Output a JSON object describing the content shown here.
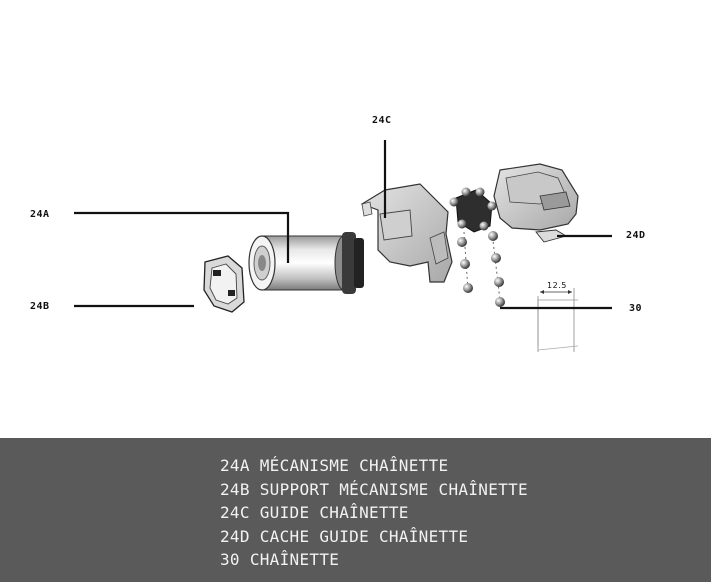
{
  "callouts": {
    "c24a": "24A",
    "c24b": "24B",
    "c24c": "24C",
    "c24d": "24D",
    "c30": "30",
    "dimension": "12.5"
  },
  "legend": [
    {
      "code": "24A",
      "text": "MÉCANISME CHAÎNETTE"
    },
    {
      "code": "24B",
      "text": "SUPPORT MÉCANISME CHAÎNETTE"
    },
    {
      "code": "24C",
      "text": "GUIDE CHAÎNETTE"
    },
    {
      "code": "24D",
      "text": "CACHE GUIDE CHAÎNETTE"
    },
    {
      "code": "30",
      "text": "CHAÎNETTE"
    }
  ],
  "colors": {
    "legend_bg": "#5a5a5a",
    "legend_text": "#f2f2f2",
    "leader_line": "#111111"
  }
}
